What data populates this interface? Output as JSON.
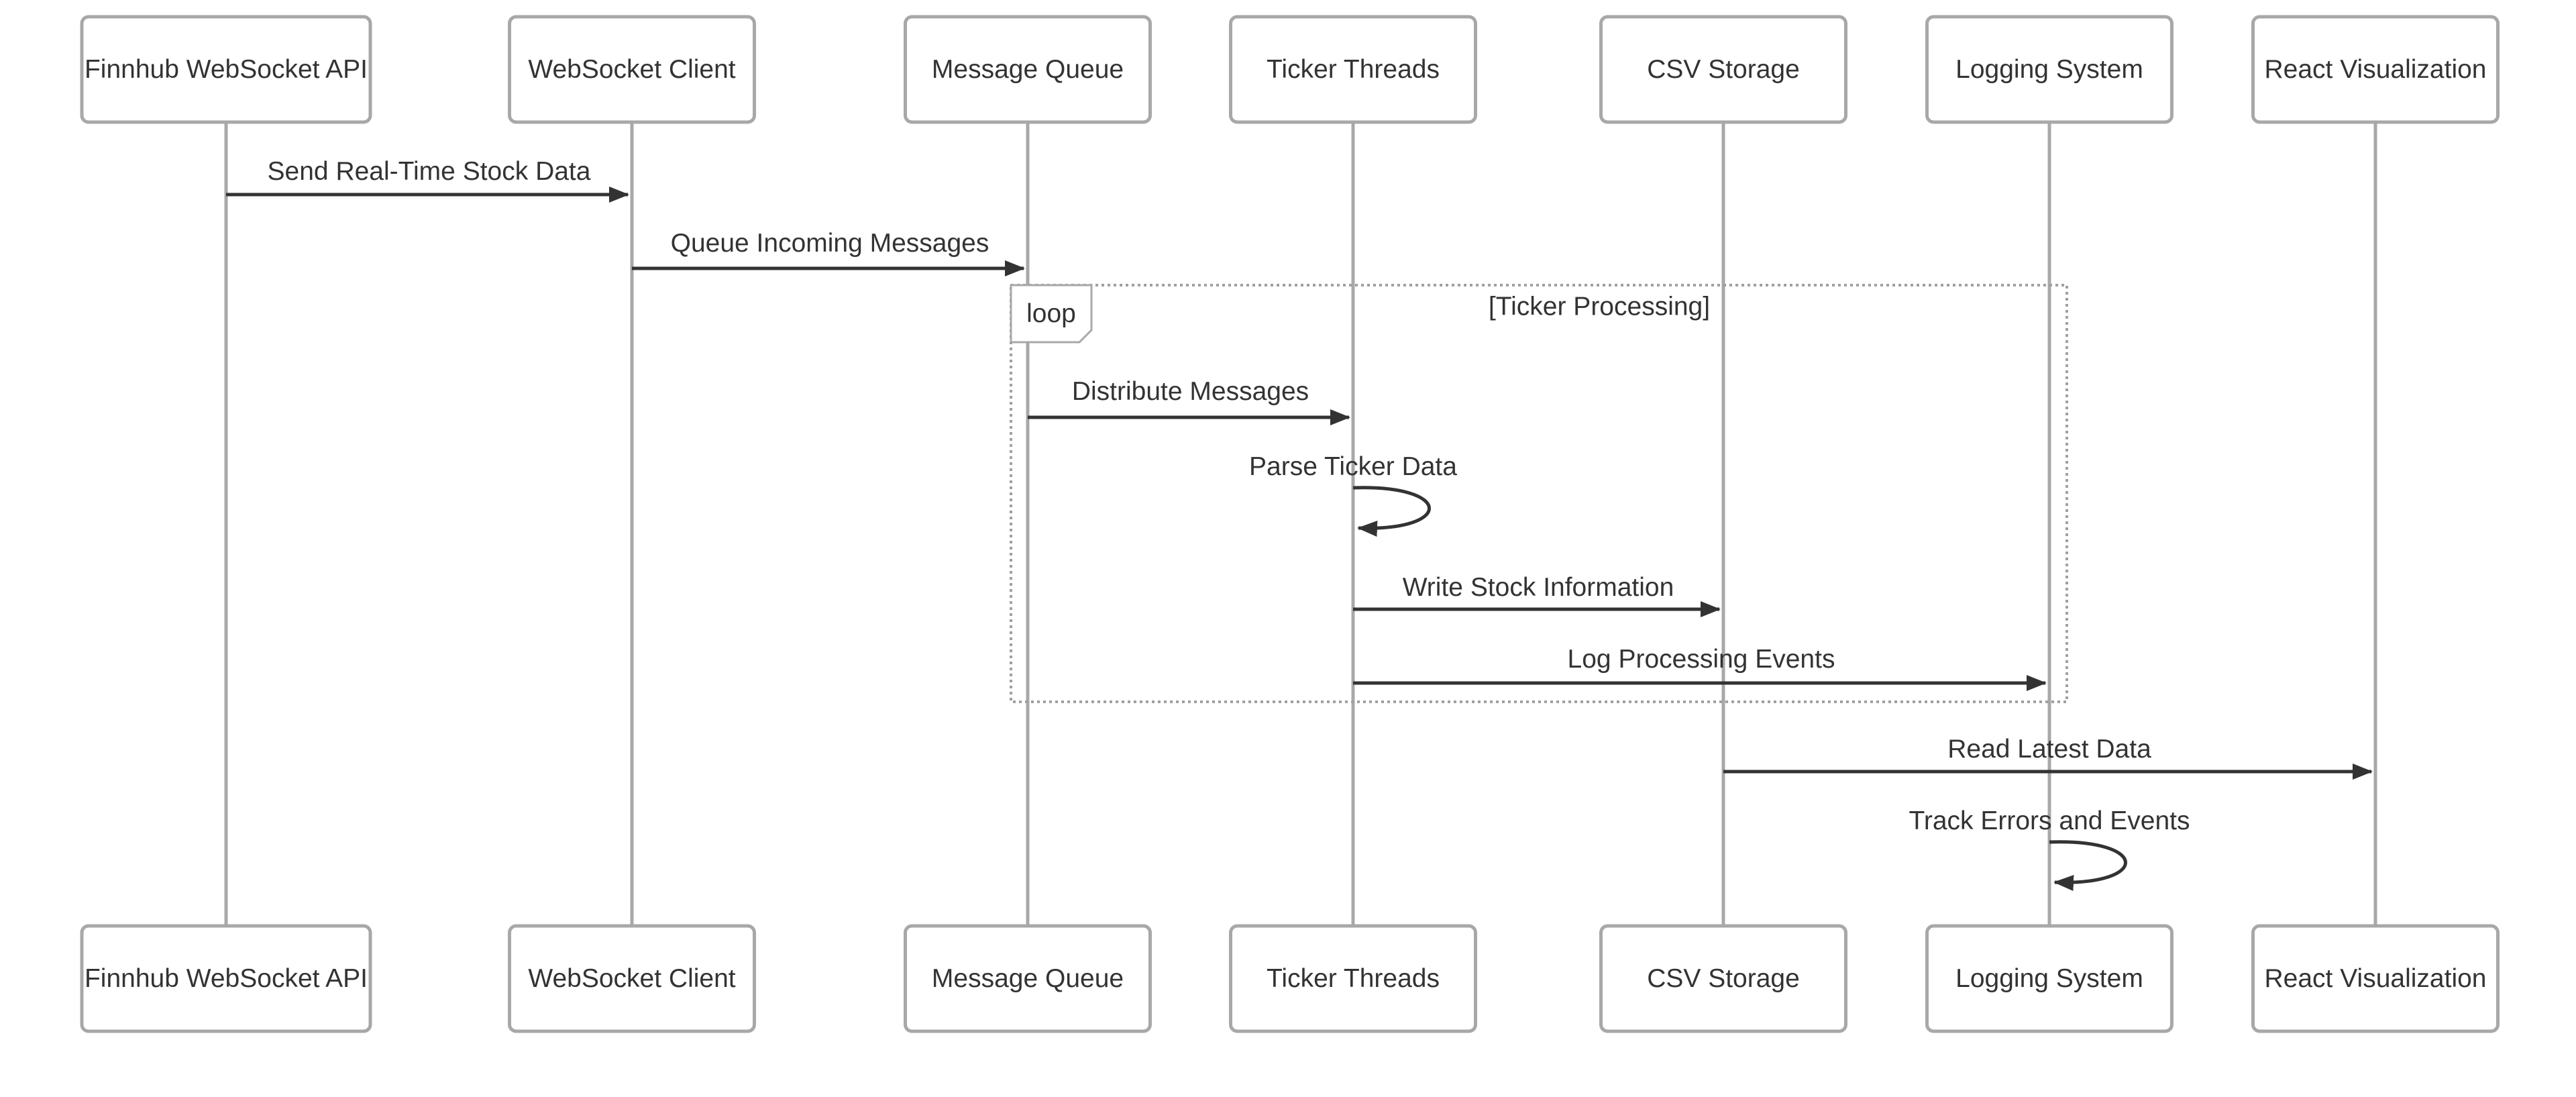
{
  "participants": [
    {
      "id": "api",
      "label": "Finnhub WebSocket API"
    },
    {
      "id": "client",
      "label": "WebSocket Client"
    },
    {
      "id": "queue",
      "label": "Message Queue"
    },
    {
      "id": "threads",
      "label": "Ticker Threads"
    },
    {
      "id": "csv",
      "label": "CSV Storage"
    },
    {
      "id": "log",
      "label": "Logging System"
    },
    {
      "id": "react",
      "label": "React Visualization"
    }
  ],
  "messages": [
    {
      "from": "api",
      "to": "client",
      "label": "Send Real-Time Stock Data"
    },
    {
      "from": "client",
      "to": "queue",
      "label": "Queue Incoming Messages"
    },
    {
      "from": "queue",
      "to": "threads",
      "label": "Distribute Messages"
    },
    {
      "from": "threads",
      "to": "threads",
      "label": "Parse Ticker Data"
    },
    {
      "from": "threads",
      "to": "csv",
      "label": "Write Stock Information"
    },
    {
      "from": "threads",
      "to": "log",
      "label": "Log Processing Events"
    },
    {
      "from": "csv",
      "to": "react",
      "label": "Read Latest Data"
    },
    {
      "from": "log",
      "to": "log",
      "label": "Track Errors and Events"
    }
  ],
  "loop": {
    "keyword": "loop",
    "title": "[Ticker Processing]",
    "from_participant": "queue",
    "to_participant": "log",
    "first_message": 2,
    "last_message": 5
  }
}
